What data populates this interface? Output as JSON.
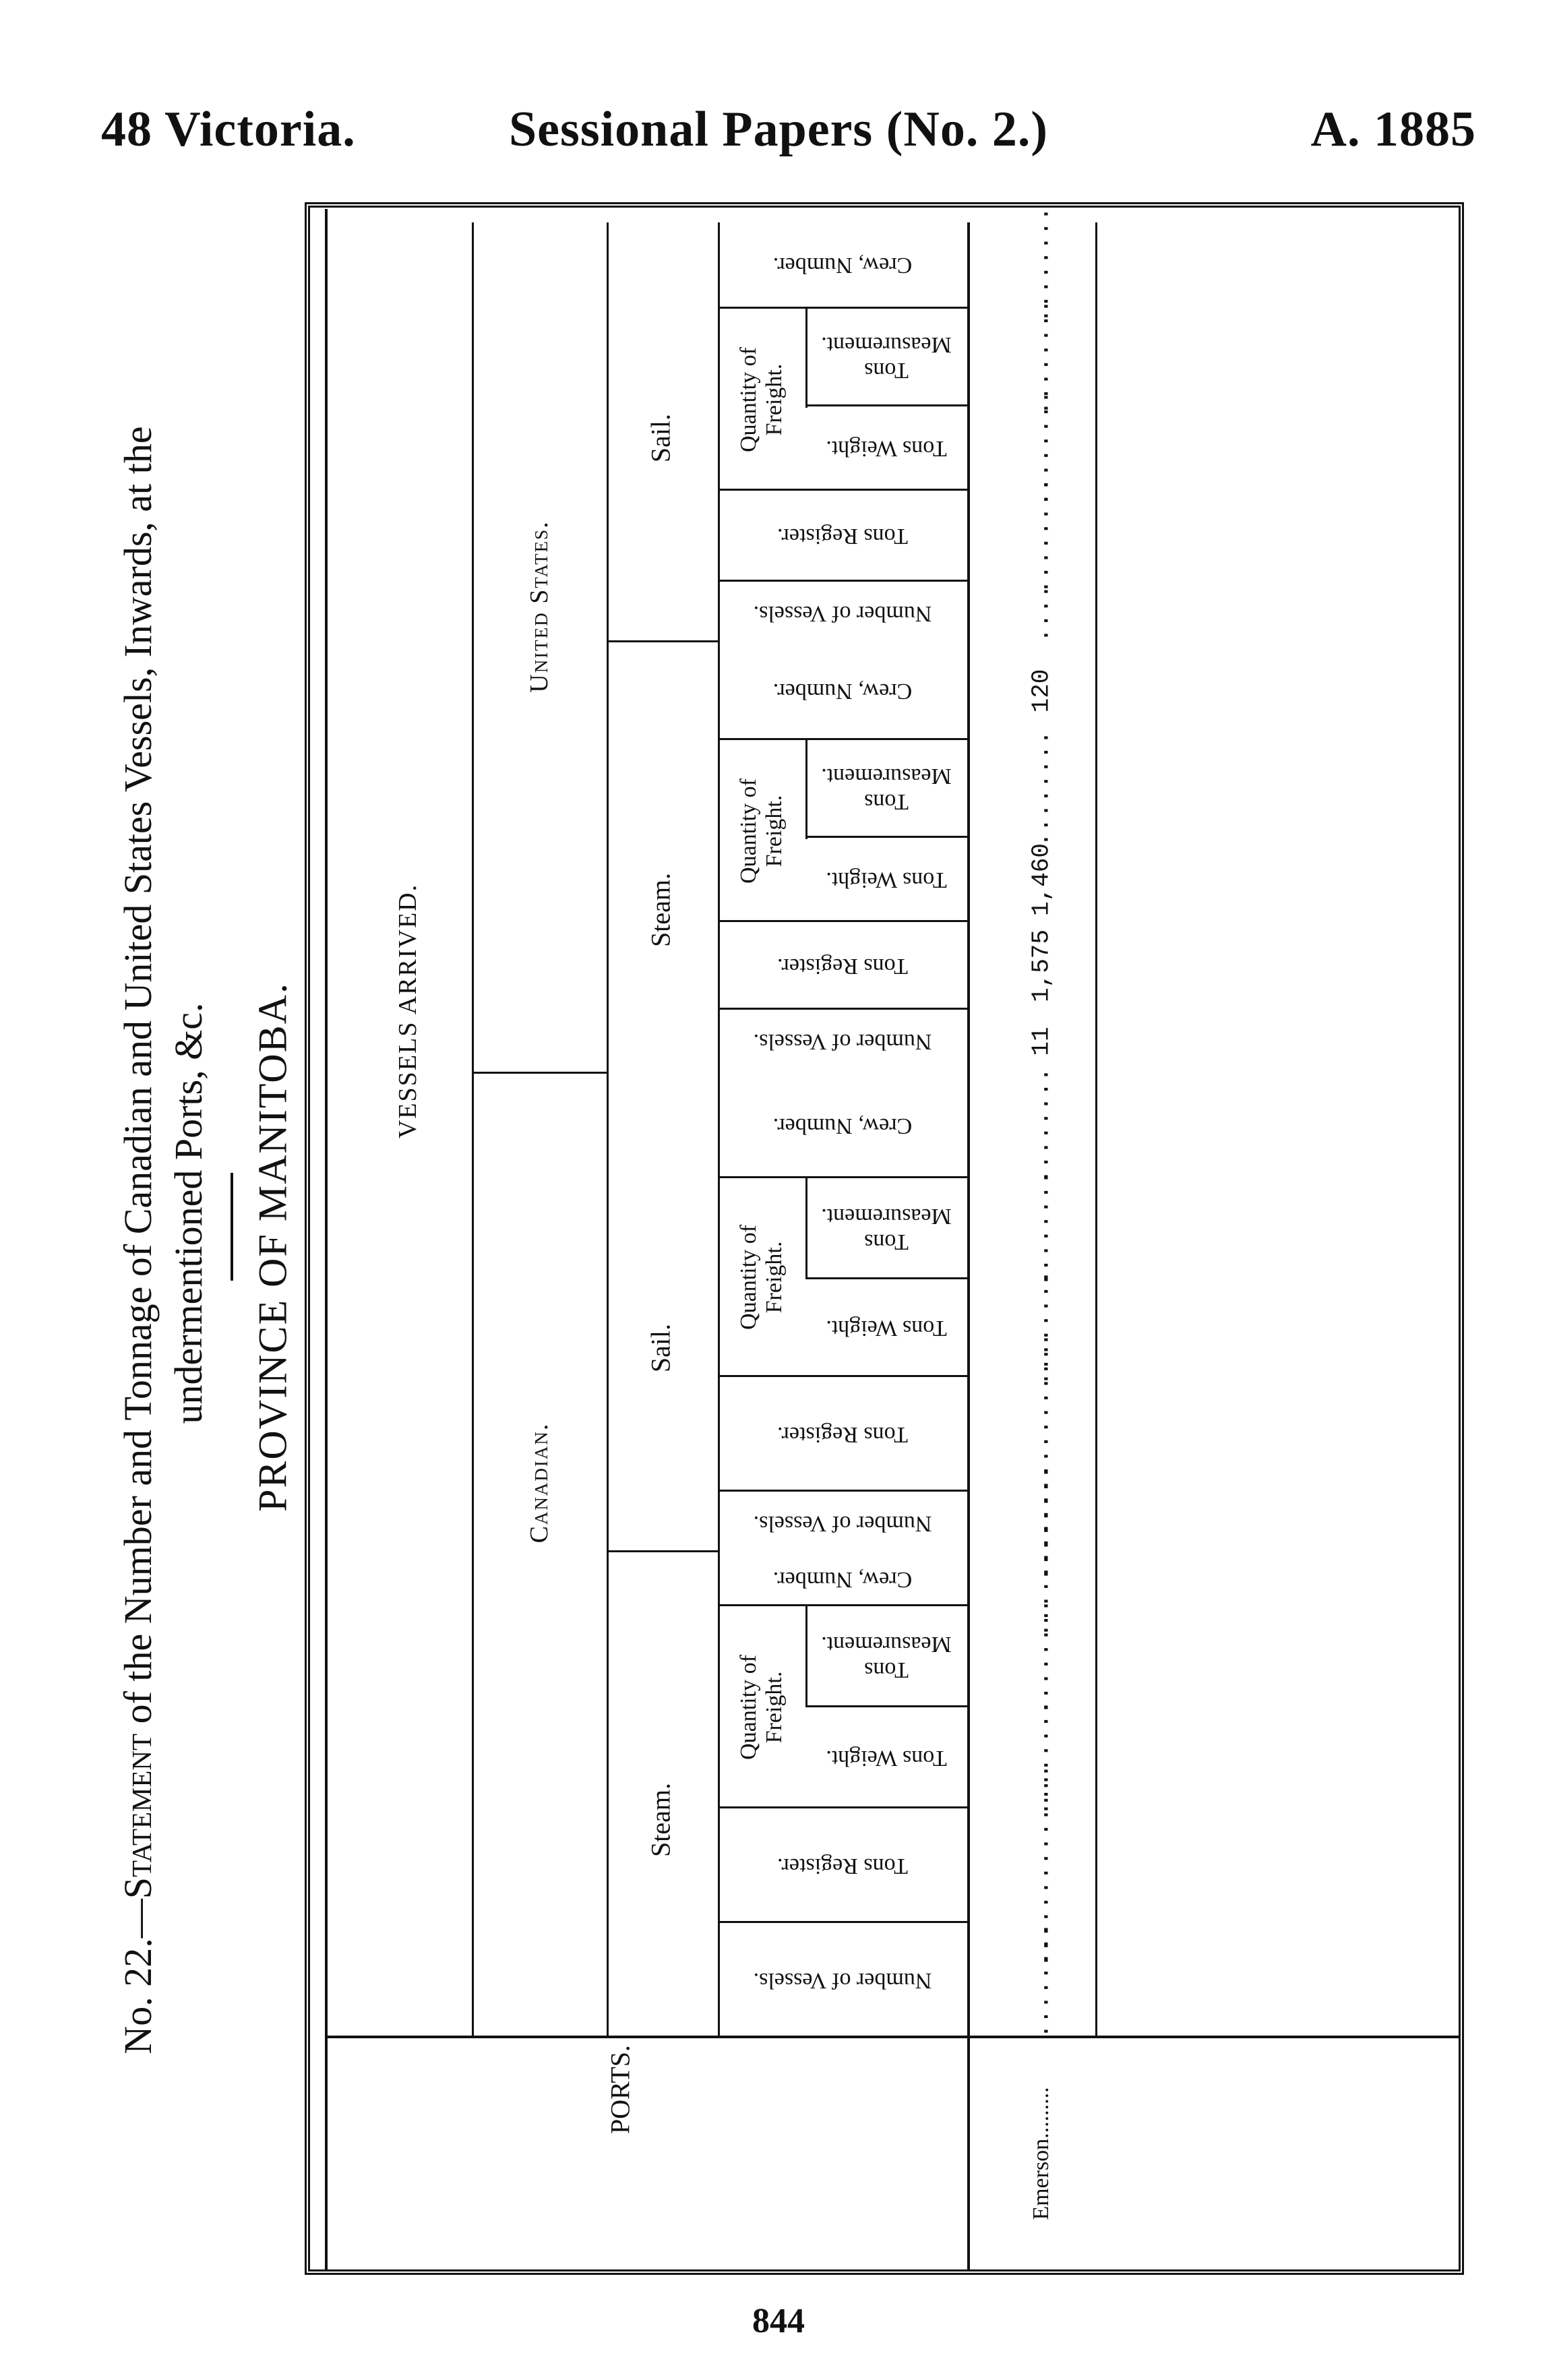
{
  "header": {
    "left": "48 Victoria.",
    "center": "Sessional Papers (No. 2.)",
    "right": "A. 1885"
  },
  "title": {
    "line1_prefix": "No. 22.—",
    "line1_sc": "Statement",
    "line1_rest": " of the Number and Tonnage of Canadian and United States Vessels, Inwards, at the",
    "line2": "undermentioned Ports, &c.",
    "province": "PROVINCE OF MANITOBA."
  },
  "table": {
    "top_header": "VESSELS ARRIVED.",
    "groups": [
      "Canadian.",
      "United States."
    ],
    "modes": [
      "Steam.",
      "Sail."
    ],
    "freight_header": "Quantity of Freight.",
    "columns": {
      "vessels": "Number of Vessels.",
      "tons_register": "Tons Register.",
      "tons_weight": "Tons Weight.",
      "tons_measurement": "Tons Measurement.",
      "crew": "Crew, Number."
    },
    "ports_header": "PORTS.",
    "rows": [
      {
        "port": "Emerson.........",
        "canadian_steam": [
          "........",
          "..............",
          "........",
          "........",
          "........"
        ],
        "canadian_sail": [
          "........",
          "..............",
          "........",
          "........",
          "........"
        ],
        "us_steam": [
          "11",
          "1,575",
          "1,460",
          "........",
          "120"
        ],
        "us_sail": [
          "....",
          "........",
          "........",
          "........",
          "........"
        ]
      }
    ]
  },
  "page_number": "844"
}
